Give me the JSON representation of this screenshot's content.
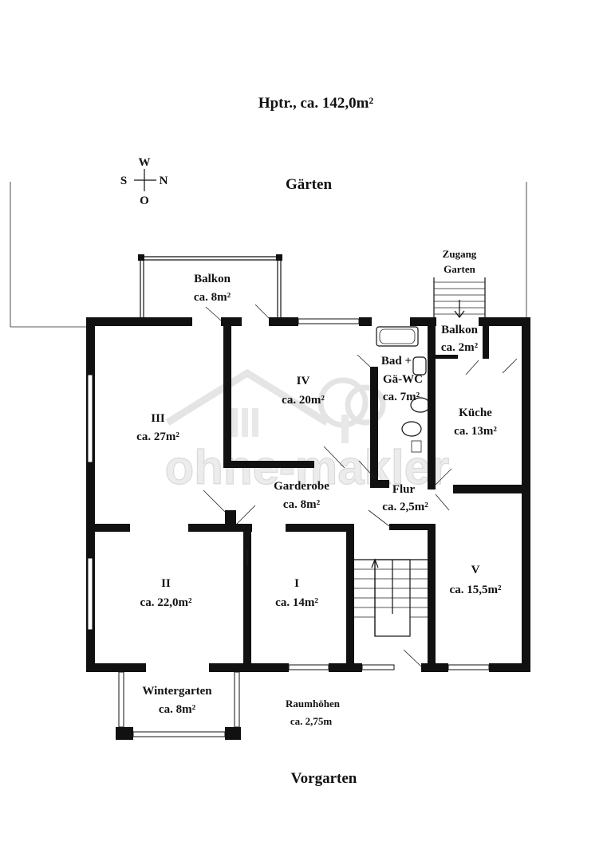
{
  "title": "Hptr., ca. 142,0m²",
  "compass": {
    "n": "N",
    "s": "S",
    "w": "W",
    "o": "O"
  },
  "outside": {
    "top": "Gärten",
    "bottom": "Vorgarten"
  },
  "access": {
    "line1": "Zugang",
    "line2": "Garten"
  },
  "ceiling": {
    "line1": "Raumhöhen",
    "line2": "ca. 2,75m"
  },
  "watermark": "ohne-makler",
  "rooms": {
    "balkon_left": {
      "name": "Balkon",
      "area": "ca. 8m²"
    },
    "balkon_right": {
      "name": "Balkon",
      "area": "ca. 2m²"
    },
    "r3": {
      "name": "III",
      "area": "ca. 27m²"
    },
    "r4": {
      "name": "IV",
      "area": "ca. 20m²"
    },
    "bad": {
      "name": "Bad +",
      "name2": "Gä-WC",
      "area": "ca. 7m²"
    },
    "kueche": {
      "name": "Küche",
      "area": "ca. 13m²"
    },
    "garderobe": {
      "name": "Garderobe",
      "area": "ca. 8m²"
    },
    "flur": {
      "name": "Flur",
      "area": "ca. 2,5m²"
    },
    "r2": {
      "name": "II",
      "area": "ca. 22,0m²"
    },
    "r1": {
      "name": "I",
      "area": "ca. 14m²"
    },
    "r5": {
      "name": "V",
      "area": "ca. 15,5m²"
    },
    "wintergarten": {
      "name": "Wintergarten",
      "area": "ca. 8m²"
    }
  }
}
